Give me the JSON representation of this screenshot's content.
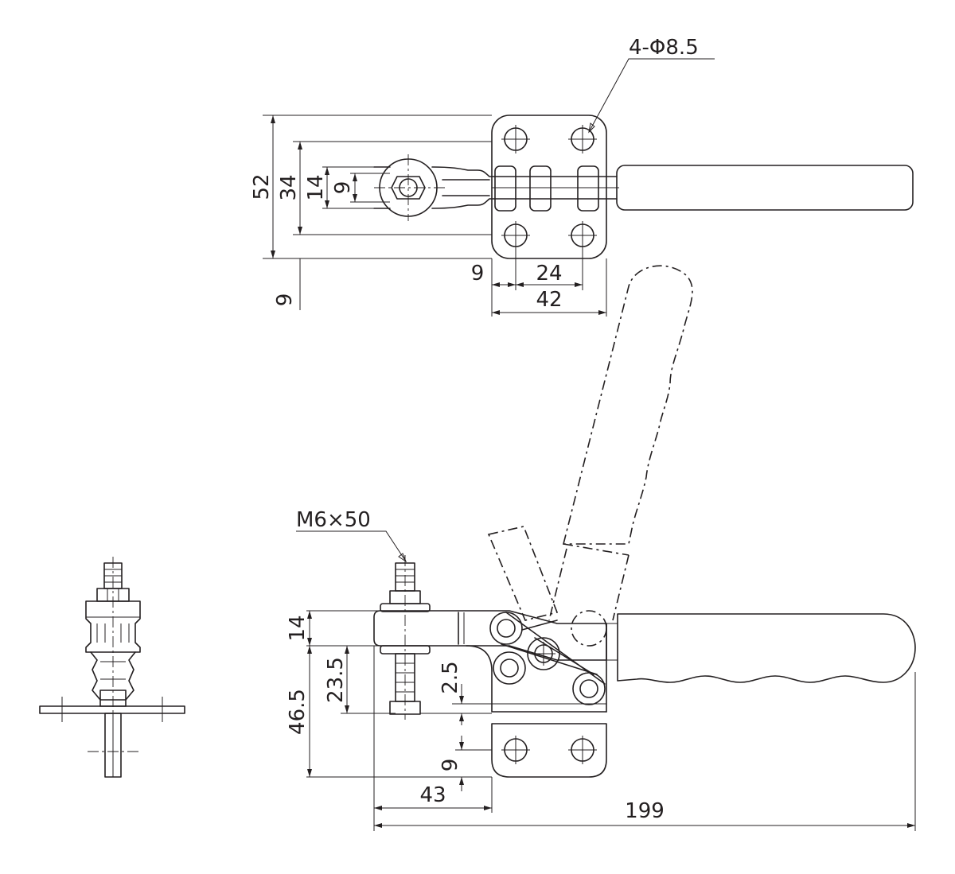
{
  "colors": {
    "line": "#231f20",
    "background": "#ffffff"
  },
  "callouts": {
    "holes": "4-Φ8.5",
    "bolt": "M6×50"
  },
  "top_view": {
    "overall_height": "52",
    "hole_pitch_vertical": "34",
    "arm_width": "14",
    "slot_width": "9",
    "offset_below": "9",
    "edge_to_hole": "9",
    "hole_pitch_horizontal": "24",
    "base_width": "42"
  },
  "side_view": {
    "arm_thickness": "14",
    "spindle_height": "23.5",
    "overall_height": "46.5",
    "gap": "2.5",
    "base_hole_offset": "9",
    "reach": "43",
    "overall_length": "199"
  }
}
